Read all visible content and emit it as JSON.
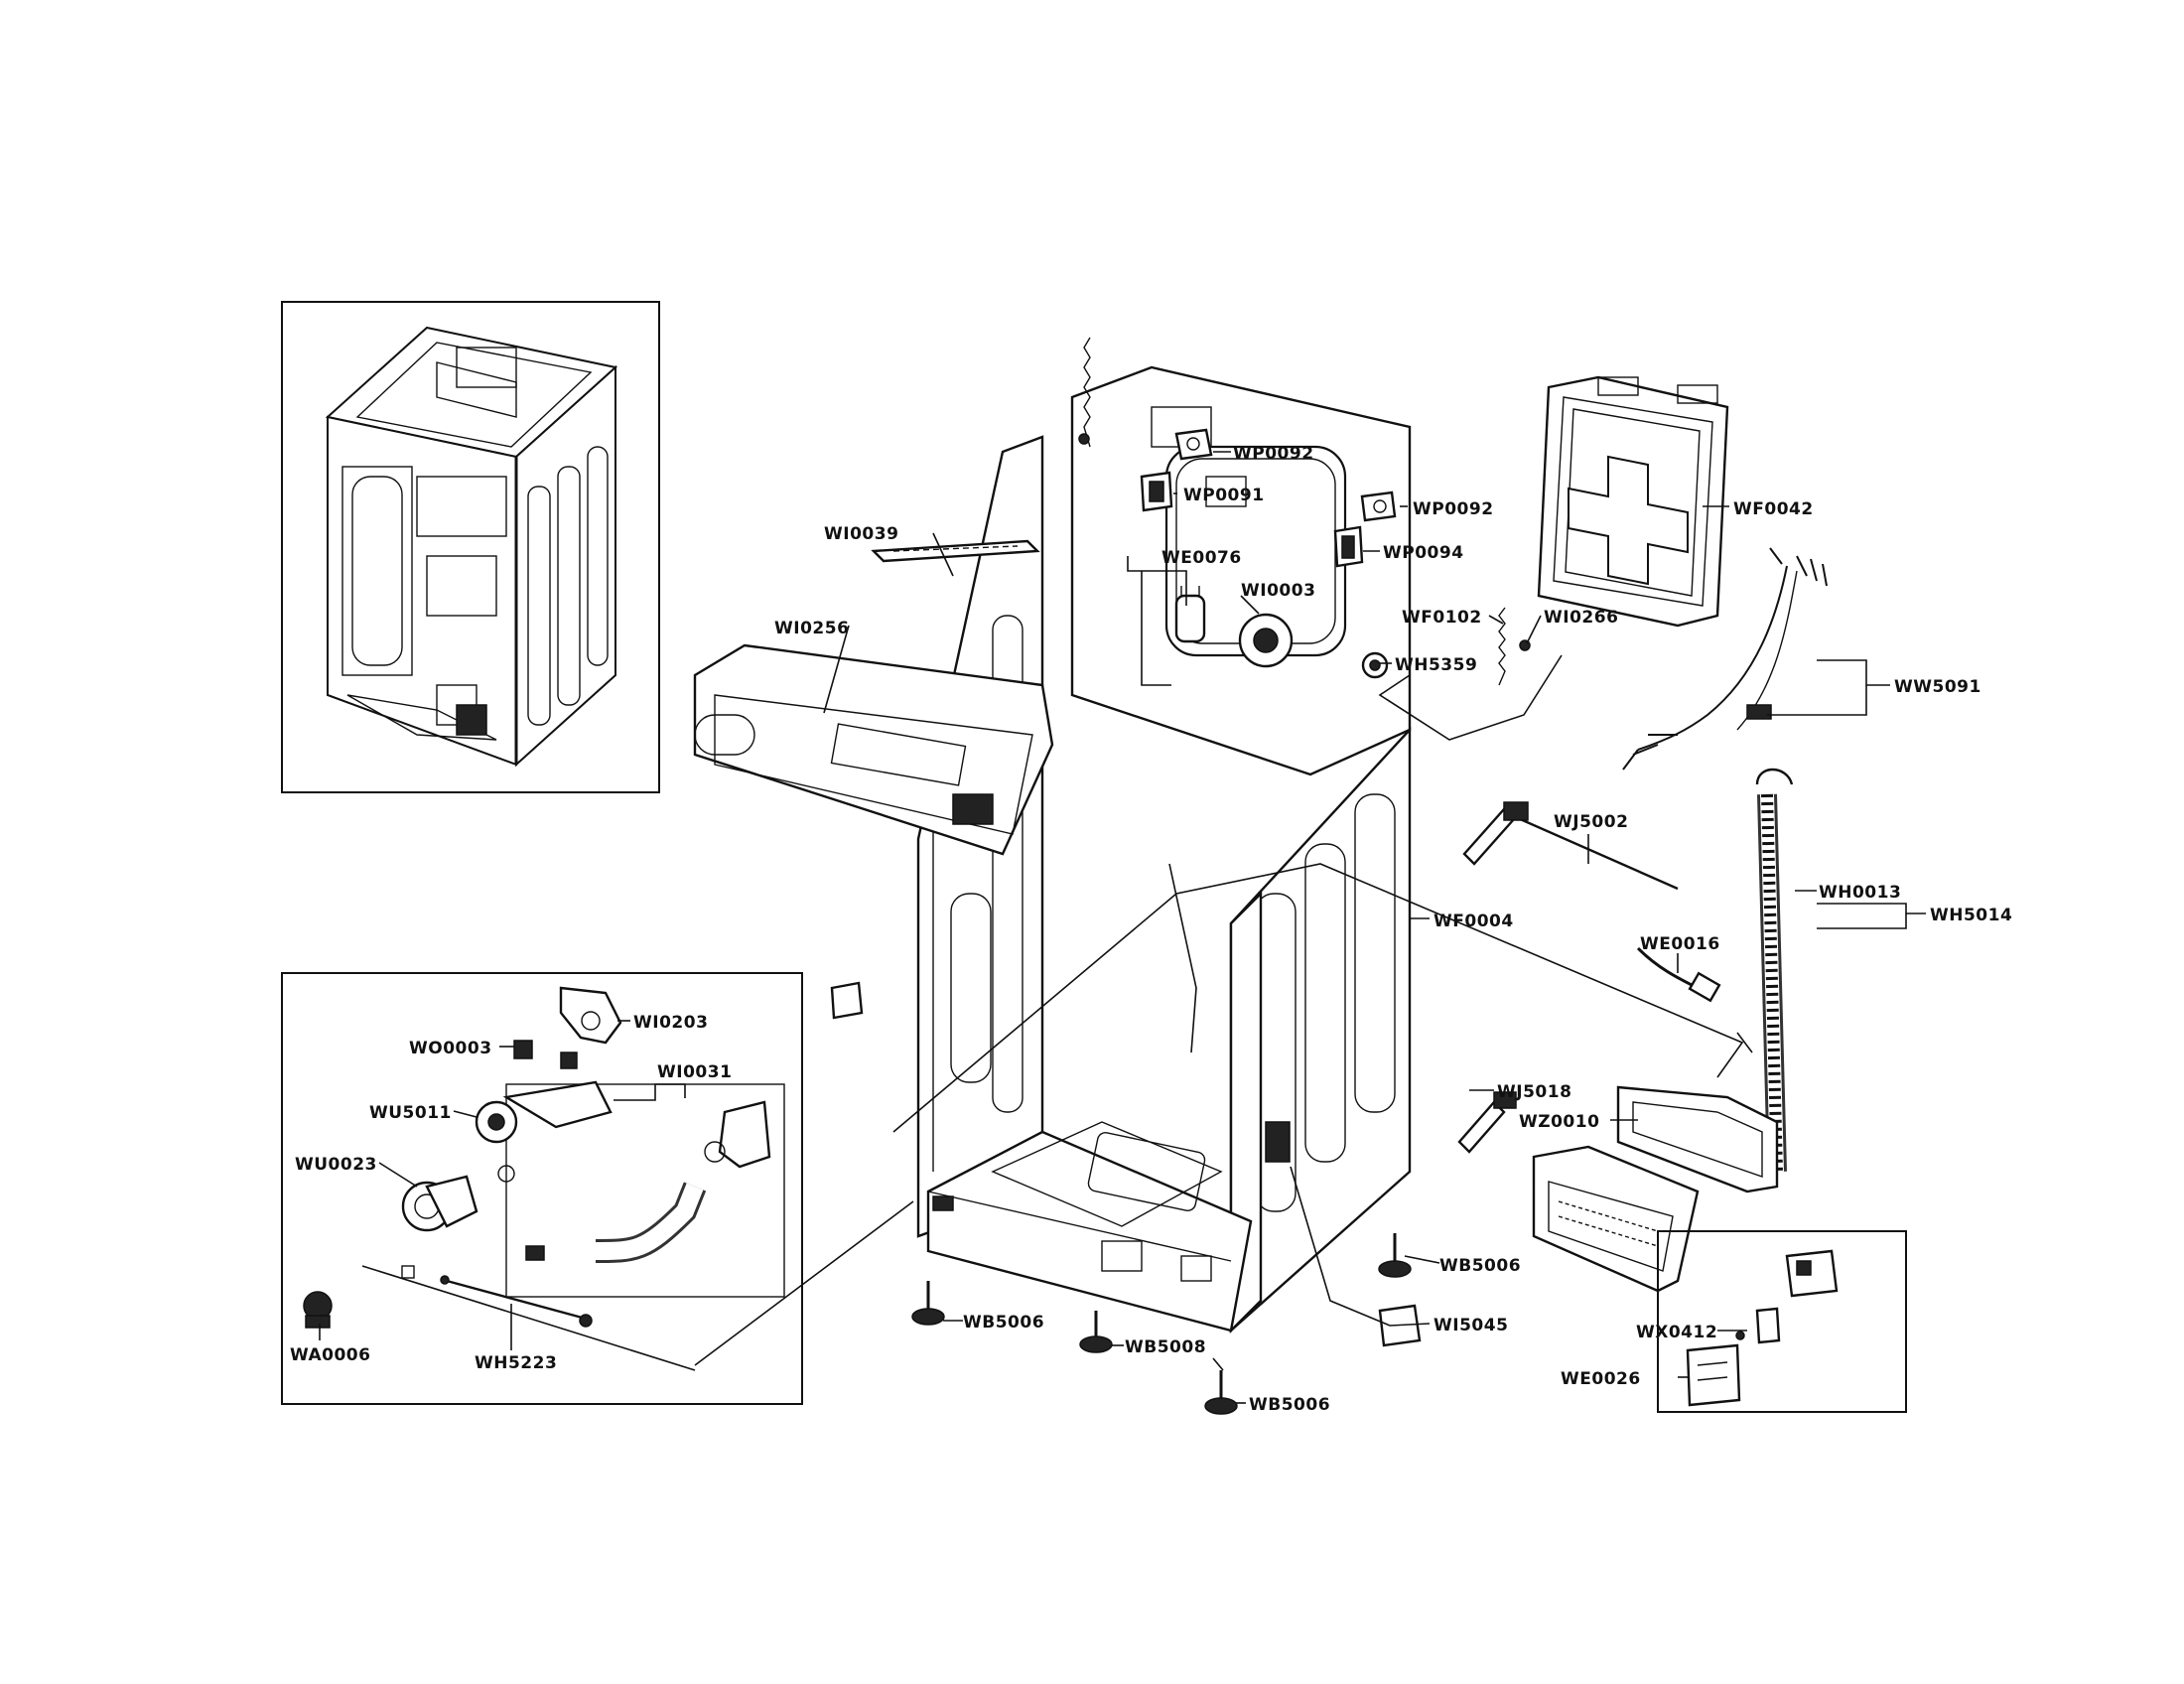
{
  "diagram": {
    "labels": {
      "wp0092_a": "WP0092",
      "wp0091": "WP0091",
      "wp0092_b": "WP0092",
      "wp0094": "WP0094",
      "wi0039": "WI0039",
      "we0076": "WE0076",
      "wi0003": "WI0003",
      "wf0042": "WF0042",
      "wi0256": "WI0256",
      "wf0102": "WF0102",
      "wi0266": "WI0266",
      "wh5359": "WH5359",
      "ww5091": "WW5091",
      "wj5002": "WJ5002",
      "wh0013": "WH0013",
      "wh5014": "WH5014",
      "wf0004": "WF0004",
      "we0016": "WE0016",
      "wi0203": "WI0203",
      "wo0003": "WO0003",
      "wi0031": "WI0031",
      "wu5011": "WU5011",
      "wj5018": "WJ5018",
      "wz0010": "WZ0010",
      "wu0023": "WU0023",
      "wb5006_right": "WB5006",
      "wb5006_left": "WB5006",
      "wi5045": "WI5045",
      "wb5008_center": "WB5008",
      "wx0412": "WX0412",
      "we0026": "WE0026",
      "wa0006": "WA0006",
      "wh5223": "WH5223",
      "wb5006_bottom": "WB5006"
    }
  }
}
